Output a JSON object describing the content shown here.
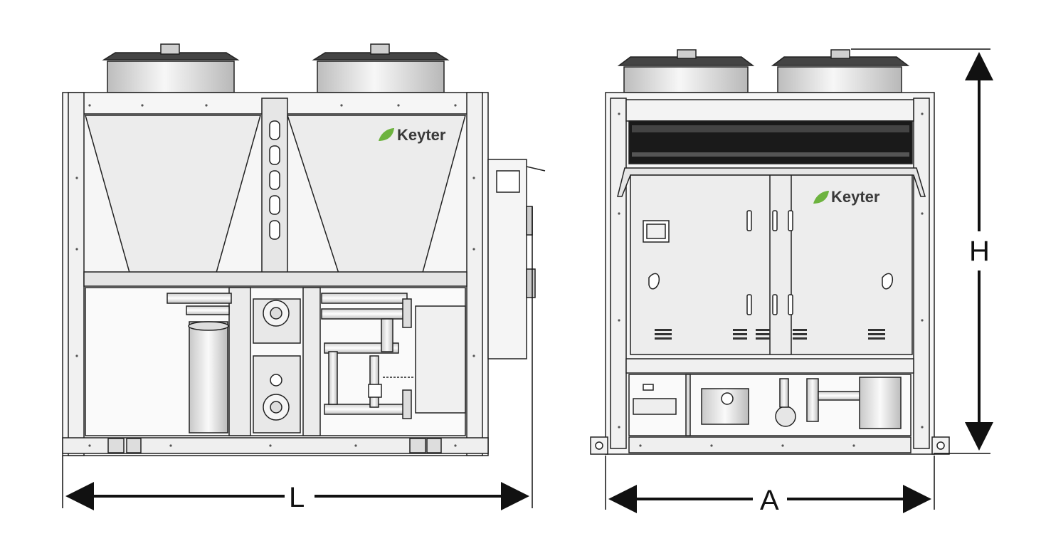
{
  "logo": {
    "text": "Keyter",
    "leaf_color": "#6db33f",
    "text_color": "#3a3a3a"
  },
  "dimensions": {
    "length": "L",
    "width": "A",
    "height": "H"
  },
  "colors": {
    "line": "#111111",
    "panel": "#eeeeee",
    "fan": "#dcdcdc",
    "frame": "#f4f4f4",
    "vent": "#1a1a1a"
  }
}
